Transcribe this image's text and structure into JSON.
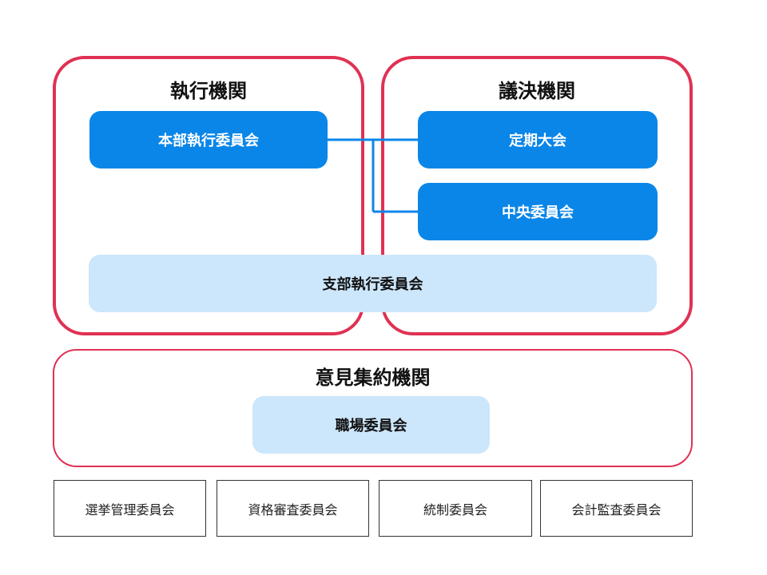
{
  "colors": {
    "frame_border": "#e03153",
    "node_dark": "#0a86e8",
    "node_light": "#cce6fb",
    "connector": "#0a86e8"
  },
  "executive": {
    "title": "執行機関",
    "hq_committee": "本部執行委員会"
  },
  "legislative": {
    "title": "議決機関",
    "regular_convention": "定期大会",
    "central_committee": "中央委員会"
  },
  "branch_committee": "支部執行委員会",
  "opinion": {
    "title": "意見集約機関",
    "workplace_committee": "職場委員会"
  },
  "committees": [
    "選挙管理委員会",
    "資格審査委員会",
    "統制委員会",
    "会計監査委員会"
  ]
}
